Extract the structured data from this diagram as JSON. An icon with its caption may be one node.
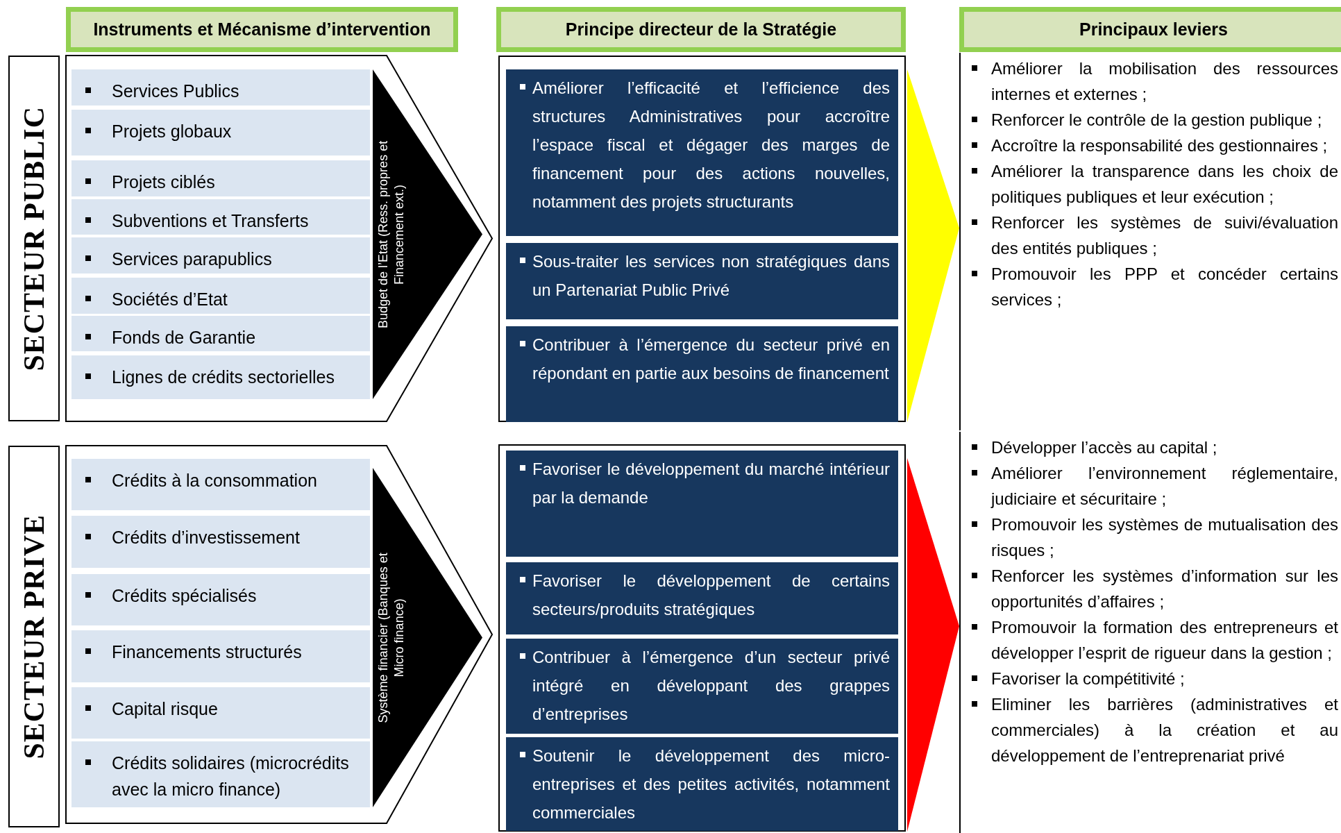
{
  "diagram": {
    "nodes": [
      {
        "text": [
          "Instruments et Mécanisme d’intervention"
        ]
      },
      {
        "text": [
          "Principe directeur de la Stratégie"
        ]
      },
      {
        "text": [
          "Principaux leviers"
        ]
      },
      {
        "text": [
          "SECTEUR PUBLIC"
        ]
      },
      {
        "text": [],
        "shape": "pentagon"
      },
      {
        "text": [
          "Services Publics"
        ],
        "in": 4
      },
      {
        "text": [
          "Projets globaux"
        ],
        "in": 4
      },
      {
        "text": [
          "Projets ciblés"
        ],
        "in": 4
      },
      {
        "text": [
          "Subventions et Transferts"
        ],
        "in": 4
      },
      {
        "text": [
          "Services parapublics"
        ],
        "in": 4
      },
      {
        "text": [
          "Sociétés d’Etat"
        ],
        "in": 4
      },
      {
        "text": [
          "Fonds de Garantie"
        ],
        "in": 4
      },
      {
        "text": [
          "Lignes de crédits sectorielles"
        ],
        "in": 4
      },
      {
        "text": [
          "Budget de l’Etat (Ress. propres et Financement ext.)"
        ],
        "in": 4
      },
      {
        "text": [],
        "shape": "box"
      },
      {
        "text": [
          "Améliorer l’efficacité et l’efficience des structures Administratives pour accroître l’espace fiscal et dégager des marges de financement pour des actions nouvelles, notamment des projets structurants"
        ],
        "in": 14
      },
      {
        "text": [
          "Sous-traiter les services non stratégiques dans un Partenariat Public Privé"
        ],
        "in": 14
      },
      {
        "text": [
          "Contribuer à l’émergence du secteur privé en répondant en partie aux besoins de financement"
        ],
        "in": 14
      },
      {
        "text": [
          "Améliorer la mobilisation des ressources internes et externes ;",
          "Renforcer le contrôle de la gestion publique ;",
          "Accroître la responsabilité des gestionnaires ;",
          "Améliorer la transparence dans les choix de politiques publiques et leur exécution ;",
          "Renforcer les systèmes de suivi/évaluation des entités publiques ;",
          "Promouvoir les PPP et concéder certains services ;"
        ]
      },
      {
        "text": [
          "SECTEUR PRIVE"
        ]
      },
      {
        "text": [],
        "shape": "pentagon"
      },
      {
        "text": [
          "Crédits à la consommation"
        ],
        "in": 20
      },
      {
        "text": [
          "Crédits d’investissement"
        ],
        "in": 20
      },
      {
        "text": [
          "Crédits spécialisés"
        ],
        "in": 20
      },
      {
        "text": [
          "Financements structurés"
        ],
        "in": 20
      },
      {
        "text": [
          "Capital risque"
        ],
        "in": 20
      },
      {
        "text": [
          "Crédits solidaires (microcrédits avec la micro finance)"
        ],
        "in": 20
      },
      {
        "text": [
          "Système financier (Banques et Micro finance)"
        ],
        "in": 20
      },
      {
        "text": [],
        "shape": "box"
      },
      {
        "text": [
          "Favoriser le développement du marché intérieur par la demande"
        ],
        "in": 28
      },
      {
        "text": [
          "Favoriser le développement de certains secteurs/produits stratégiques"
        ],
        "in": 28
      },
      {
        "text": [
          "Contribuer à l’émergence d’un secteur privé intégré en développant des grappes d’entreprises"
        ],
        "in": 28
      },
      {
        "text": [
          "Soutenir le développement des micro-entreprises et des petites activités, notamment commerciales"
        ],
        "in": 28
      },
      {
        "text": [
          "Développer l’accès au capital ;",
          "Améliorer l’environnement réglementaire, judiciaire et sécuritaire ;",
          "Promouvoir les systèmes de mutualisation des risques ;",
          "Renforcer les systèmes d’information sur les opportunités d’affaires ;",
          "Promouvoir la formation des entrepreneurs et développer l’esprit de rigueur dans la gestion ;",
          "Favoriser la compétitivité ;",
          "Eliminer les barrières (administratives et commerciales) à la création et au développement de l’entreprenariat privé"
        ]
      }
    ],
    "edges": [
      {
        "from": 14,
        "to": 18,
        "arrow": "to",
        "style": "thick",
        "color": "#ffff00"
      },
      {
        "from": 28,
        "to": 33,
        "arrow": "to",
        "style": "thick",
        "color": "#ff0000"
      }
    ]
  }
}
